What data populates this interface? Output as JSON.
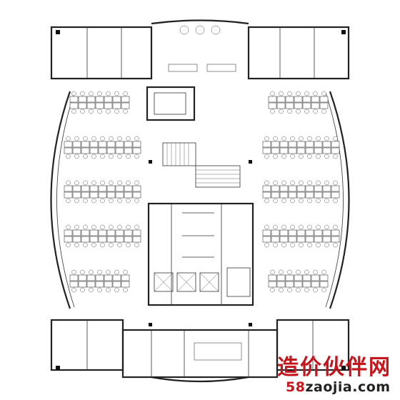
{
  "watermark": {
    "chinese_text": "造价伙伴网",
    "url_prefix": "58",
    "url_rest": "zaojia.com",
    "color": "#c4161c"
  }
}
